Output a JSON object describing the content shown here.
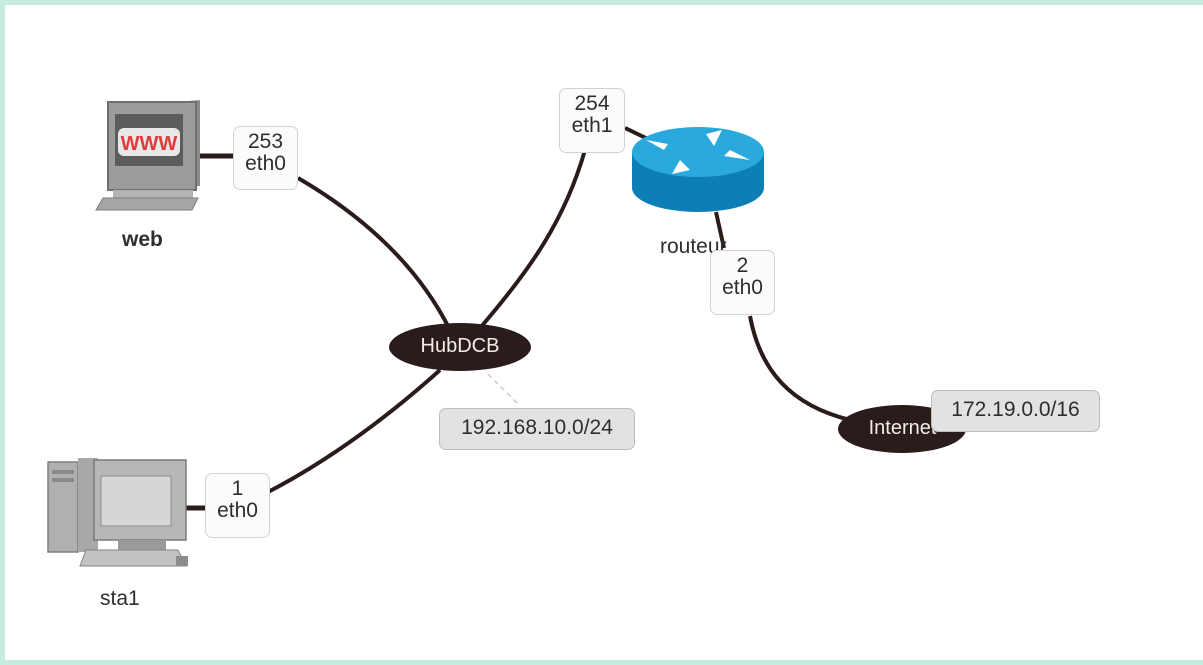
{
  "nodes": {
    "web": {
      "label": "web",
      "icon": "www-server-icon"
    },
    "sta1": {
      "label": "sta1",
      "icon": "workstation-icon"
    },
    "router": {
      "label": "routeur",
      "icon": "router-icon"
    },
    "hub": {
      "label": "HubDCB"
    },
    "internet": {
      "label": "Internet"
    }
  },
  "interfaces": {
    "web_eth0": {
      "host": "253",
      "iface": "eth0"
    },
    "sta1_eth0": {
      "host": "1",
      "iface": "eth0"
    },
    "router_eth1": {
      "host": "254",
      "iface": "eth1"
    },
    "router_eth0": {
      "host": "2",
      "iface": "eth0"
    }
  },
  "subnets": {
    "hub": "192.168.10.0/24",
    "internet": "172.19.0.0/16"
  },
  "colors": {
    "link": "#2a1c1a",
    "hub_fill": "#2a1c1a",
    "router_body": "#1f9fd3",
    "border": "#c5ece0"
  }
}
